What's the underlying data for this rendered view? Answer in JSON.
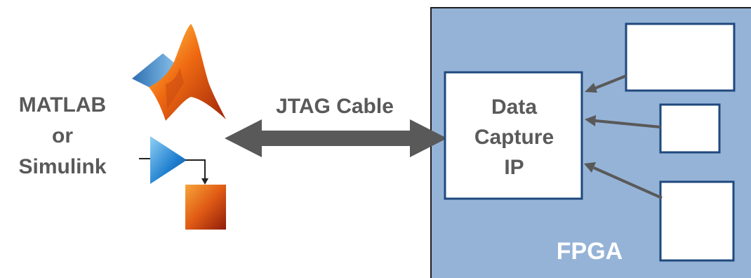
{
  "host": {
    "lines": [
      "MATLAB",
      "or",
      "Simulink"
    ]
  },
  "connection": {
    "label": "JTAG Cable"
  },
  "fpga": {
    "label": "FPGA",
    "ip_block": {
      "lines": [
        "Data",
        "Capture",
        "IP"
      ]
    }
  },
  "colors": {
    "fpga_fill": "#95b3d7",
    "fpga_border": "#1f1f1f",
    "block_border": "#1f497d",
    "arrow": "#595959",
    "text": "#595959",
    "fpga_label": "#ffffff"
  },
  "icons": [
    "matlab-membrane-logo-icon",
    "simulink-gain-block-icon"
  ]
}
